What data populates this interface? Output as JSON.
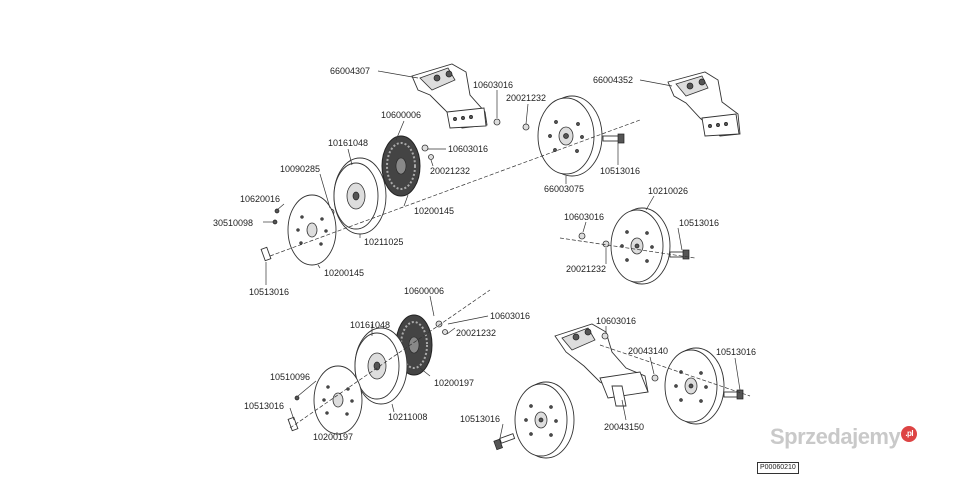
{
  "labels": {
    "l01": "66004307",
    "l02": "10603016",
    "l03": "20021232",
    "l04": "66004352",
    "l05": "10600006",
    "l06": "10603016",
    "l07": "20021232",
    "l08": "10161048",
    "l09": "10090285",
    "l10": "10620016",
    "l11": "30510098",
    "l12": "10200145",
    "l13": "10211025",
    "l14": "10200145",
    "l15": "10513016",
    "l16": "10513016",
    "l17": "66003075",
    "l18": "10210026",
    "l19": "10603016",
    "l20": "10513016",
    "l21": "20021232",
    "l22": "10600006",
    "l23": "10603016",
    "l24": "20021232",
    "l25": "10161048",
    "l26": "10200197",
    "l27": "10510096",
    "l28": "10513016",
    "l29": "10211008",
    "l30": "10200197",
    "l31": "10603016",
    "l32": "20043140",
    "l33": "10513016",
    "l34": "10513016",
    "l35": "20043150"
  },
  "watermark": {
    "text": "Sprzedajemy",
    "badge": ".pl"
  },
  "drawing_code": "P00060210"
}
